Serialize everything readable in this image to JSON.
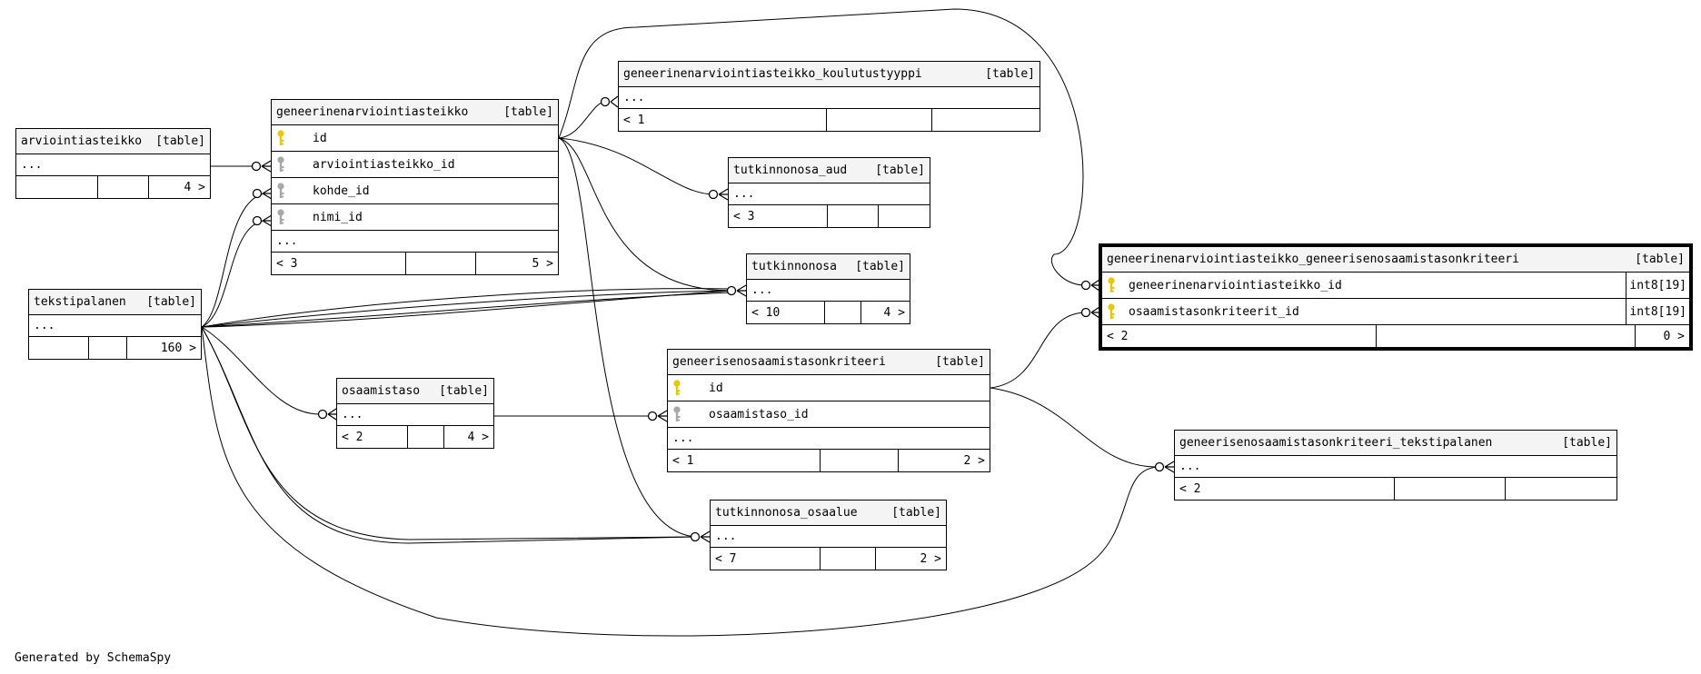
{
  "tables": {
    "arviointiasteikko": {
      "name": "arviointiasteikko",
      "tag": "[table]",
      "ellipsis": "...",
      "footer": [
        "",
        "",
        "4 >"
      ]
    },
    "geneerinen": {
      "name": "geneerinenarviointiasteikko",
      "tag": "[table]",
      "columns": [
        {
          "name": "id",
          "key": "primary"
        },
        {
          "name": "arviointiasteikko_id",
          "key": "foreign"
        },
        {
          "name": "kohde_id",
          "key": "foreign"
        },
        {
          "name": "nimi_id",
          "key": "foreign"
        }
      ],
      "ellipsis": "...",
      "footer": [
        "< 3",
        "",
        "5 >"
      ]
    },
    "koulutustyyppi": {
      "name": "geneerinenarviointiasteikko_koulutustyyppi",
      "tag": "[table]",
      "ellipsis": "...",
      "footer": [
        "< 1",
        "",
        ""
      ]
    },
    "tutkinnonosa_aud": {
      "name": "tutkinnonosa_aud",
      "tag": "[table]",
      "ellipsis": "...",
      "footer": [
        "< 3",
        "",
        ""
      ]
    },
    "tutkinnonosa": {
      "name": "tutkinnonosa",
      "tag": "[table]",
      "ellipsis": "...",
      "footer": [
        "< 10",
        "",
        "4 >"
      ]
    },
    "tekstipalanen": {
      "name": "tekstipalanen",
      "tag": "[table]",
      "ellipsis": "...",
      "footer": [
        "",
        "",
        "160 >"
      ]
    },
    "geneerisenosaamistasonkriteeri": {
      "name": "geneerisenosaamistasonkriteeri",
      "tag": "[table]",
      "columns": [
        {
          "name": "id",
          "key": "primary"
        },
        {
          "name": "osaamistaso_id",
          "key": "foreign"
        }
      ],
      "ellipsis": "...",
      "footer": [
        "< 1",
        "",
        "2 >"
      ]
    },
    "osaamistaso": {
      "name": "osaamistaso",
      "tag": "[table]",
      "ellipsis": "...",
      "footer": [
        "< 2",
        "",
        "4 >"
      ]
    },
    "tutkinnonosa_osaalue": {
      "name": "tutkinnonosa_osaalue",
      "tag": "[table]",
      "ellipsis": "...",
      "footer": [
        "< 7",
        "",
        "2 >"
      ]
    },
    "focus": {
      "name": "geneerinenarviointiasteikko_geneerisenosaamistasonkriteeri",
      "tag": "[table]",
      "columns": [
        {
          "name": "geneerinenarviointiasteikko_id",
          "key": "primary",
          "type": "int8[19]"
        },
        {
          "name": "osaamistasonkriteerit_id",
          "key": "primary",
          "type": "int8[19]"
        }
      ],
      "footer": [
        "< 2",
        "",
        "0 >"
      ]
    },
    "gok_tekstipalanen": {
      "name": "geneerisenosaamistasonkriteeri_tekstipalanen",
      "tag": "[table]",
      "ellipsis": "...",
      "footer": [
        "< 2",
        "",
        ""
      ]
    }
  },
  "colors": {
    "primary_key": "#e8c800",
    "foreign_key": "#a8a8a8",
    "edge": "#000000"
  },
  "credit": "Generated by SchemaSpy"
}
